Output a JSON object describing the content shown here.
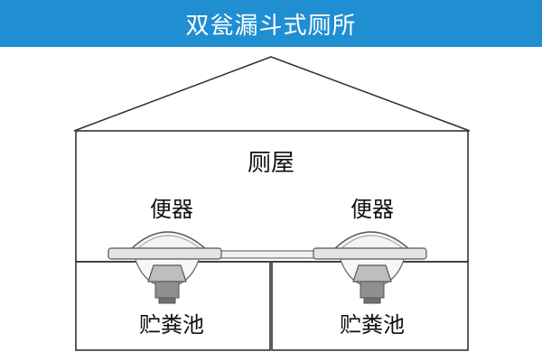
{
  "title": "双瓮漏斗式厕所",
  "colors": {
    "banner": "#1f8fd1",
    "banner_text": "#ffffff",
    "line": "#333333",
    "fixture_fill": "#e4e4e4",
    "fixture_dark": "#9a9a9a"
  },
  "labels": {
    "house": "厕屋",
    "toilet_left": "便器",
    "toilet_right": "便器",
    "tank_left": "贮粪池",
    "tank_right": "贮粪池"
  }
}
